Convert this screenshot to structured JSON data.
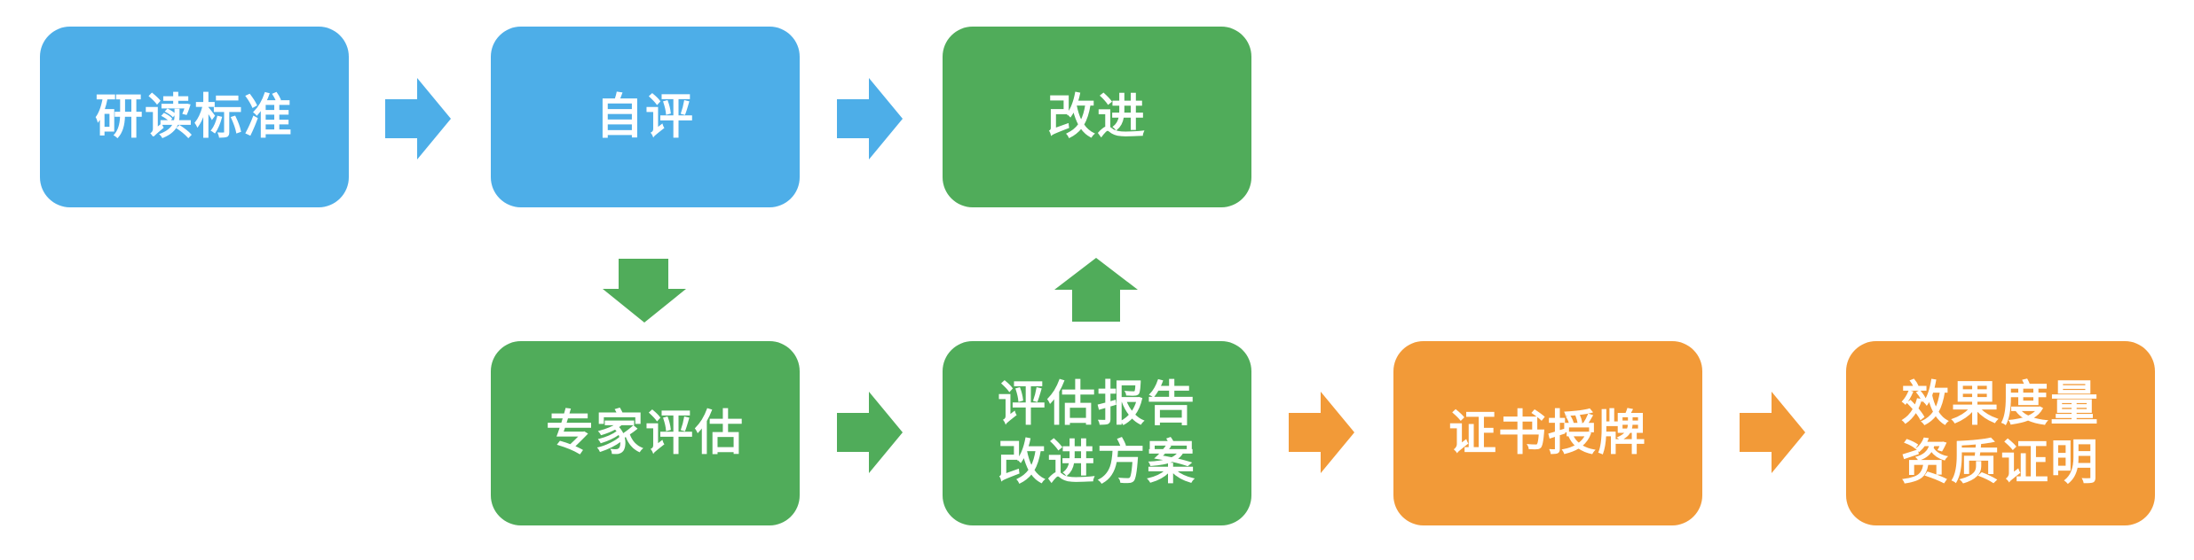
{
  "colors": {
    "blue": "#4DAEE8",
    "green": "#50AC5A",
    "orange": "#F29A38"
  },
  "nodes": {
    "read_standard": {
      "lines": [
        "研读标准"
      ]
    },
    "self_evaluation": {
      "lines": [
        "自评"
      ]
    },
    "improvement": {
      "lines": [
        "改进"
      ]
    },
    "expert_assessment": {
      "lines": [
        "专家评估"
      ]
    },
    "report_plan": {
      "lines": [
        "评估报告",
        "改进方案"
      ]
    },
    "certification": {
      "lines": [
        "证书授牌"
      ]
    },
    "outcome": {
      "lines": [
        "效果度量",
        "资质证明"
      ]
    }
  },
  "arrows": [
    {
      "from": "read_standard",
      "to": "self_evaluation",
      "direction": "right",
      "color": "blue"
    },
    {
      "from": "self_evaluation",
      "to": "improvement",
      "direction": "right",
      "color": "blue"
    },
    {
      "from": "self_evaluation",
      "to": "expert_assessment",
      "direction": "down",
      "color": "green"
    },
    {
      "from": "expert_assessment",
      "to": "report_plan",
      "direction": "right",
      "color": "green"
    },
    {
      "from": "report_plan",
      "to": "improvement",
      "direction": "up",
      "color": "green"
    },
    {
      "from": "report_plan",
      "to": "certification",
      "direction": "right",
      "color": "orange"
    },
    {
      "from": "certification",
      "to": "outcome",
      "direction": "right",
      "color": "orange"
    }
  ]
}
